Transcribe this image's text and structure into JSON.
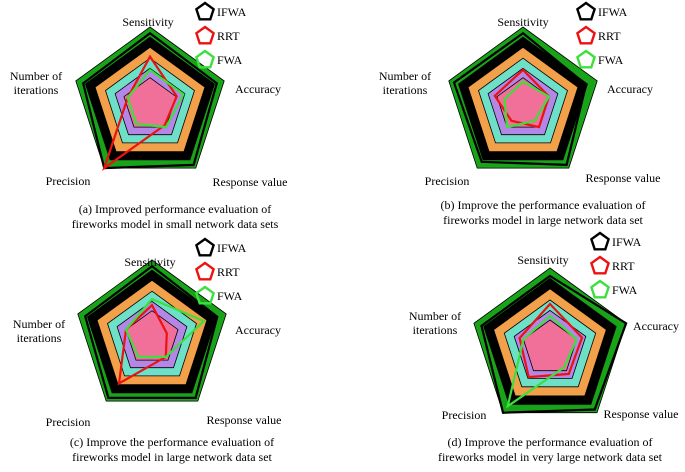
{
  "colors": {
    "bands": [
      "#19a319",
      "#000000",
      "#f2a04a",
      "#6fe0c8",
      "#b487e6",
      "#f0709a"
    ],
    "IFWA": "#000000",
    "RRT": "#ee1111",
    "FWA": "#3ce03c"
  },
  "chart_data": [
    {
      "type": "radar",
      "id": "a",
      "axes": [
        "Sensitivity",
        "Accuracy",
        "Response value",
        "Precision",
        "Number of iterations"
      ],
      "axis_labels": [
        "Sensitivity",
        "Accuracy",
        "Response value",
        "Precision",
        "Number of\niterations"
      ],
      "rings": [
        1.0,
        0.87,
        0.74,
        0.6,
        0.47,
        0.35
      ],
      "legend": [
        "IFWA",
        "RRT",
        "FWA"
      ],
      "series": [
        {
          "name": "IFWA",
          "values": [
            0.92,
            0.9,
            0.95,
            1.0,
            0.9
          ]
        },
        {
          "name": "RRT",
          "values": [
            0.62,
            0.36,
            0.32,
            1.0,
            0.3
          ]
        },
        {
          "name": "FWA",
          "values": [
            0.45,
            0.45,
            0.35,
            0.3,
            0.3
          ]
        }
      ],
      "caption": [
        "(a) Improved performance evaluation of",
        "fireworks model in small network data sets"
      ]
    },
    {
      "type": "radar",
      "id": "b",
      "axes": [
        "Sensitivity",
        "Accuracy",
        "Response value",
        "Precision",
        "Number of iterations"
      ],
      "axis_labels": [
        "Sensitivity",
        "Accuracy",
        "Response value",
        "Precision",
        "Number of\niterations"
      ],
      "rings": [
        1.0,
        0.87,
        0.74,
        0.6,
        0.47,
        0.35
      ],
      "legend": [
        "IFWA",
        "RRT",
        "FWA"
      ],
      "series": [
        {
          "name": "IFWA",
          "values": [
            0.92,
            0.85,
            0.95,
            0.9,
            0.93
          ]
        },
        {
          "name": "RRT",
          "values": [
            0.45,
            0.35,
            0.35,
            0.25,
            0.38
          ]
        },
        {
          "name": "FWA",
          "values": [
            0.3,
            0.35,
            0.25,
            0.35,
            0.25
          ]
        }
      ],
      "caption": [
        "(b) Improve the performance evaluation of",
        "fireworks model in large network data set"
      ]
    },
    {
      "type": "radar",
      "id": "c",
      "axes": [
        "Sensitivity",
        "Accuracy",
        "Response value",
        "Precision",
        "Number of iterations"
      ],
      "axis_labels": [
        "Sensitivity",
        "Accuracy",
        "Response value",
        "Precision",
        "Number of\niterations"
      ],
      "rings": [
        1.0,
        0.87,
        0.74,
        0.6,
        0.47,
        0.35
      ],
      "legend": [
        "IFWA",
        "RRT",
        "FWA"
      ],
      "series": [
        {
          "name": "IFWA",
          "values": [
            0.92,
            0.88,
            0.95,
            0.95,
            0.9
          ]
        },
        {
          "name": "RRT",
          "values": [
            0.42,
            0.2,
            0.3,
            0.72,
            0.35
          ]
        },
        {
          "name": "FWA",
          "values": [
            0.5,
            0.7,
            0.3,
            0.3,
            0.35
          ]
        }
      ],
      "caption": [
        "(c) Improve the performance evaluation of",
        "fireworks model in large network data set"
      ]
    },
    {
      "type": "radar",
      "id": "d",
      "axes": [
        "Sensitivity",
        "Accuracy",
        "Response value",
        "Precision",
        "Number of iterations"
      ],
      "axis_labels": [
        "Sensitivity",
        "Accuracy",
        "Response value",
        "Precision",
        "Number of\niterations"
      ],
      "rings": [
        1.0,
        0.87,
        0.74,
        0.6,
        0.47,
        0.35
      ],
      "legend": [
        "IFWA",
        "RRT",
        "FWA"
      ],
      "series": [
        {
          "name": "IFWA",
          "values": [
            0.9,
            1.0,
            0.95,
            1.0,
            0.9
          ]
        },
        {
          "name": "RRT",
          "values": [
            0.55,
            0.42,
            0.4,
            0.45,
            0.4
          ]
        },
        {
          "name": "FWA",
          "values": [
            0.4,
            0.35,
            0.3,
            0.9,
            0.35
          ]
        }
      ],
      "caption": [
        "(d) Improve the performance evaluation of",
        "fireworks model in very large network data set"
      ]
    }
  ]
}
